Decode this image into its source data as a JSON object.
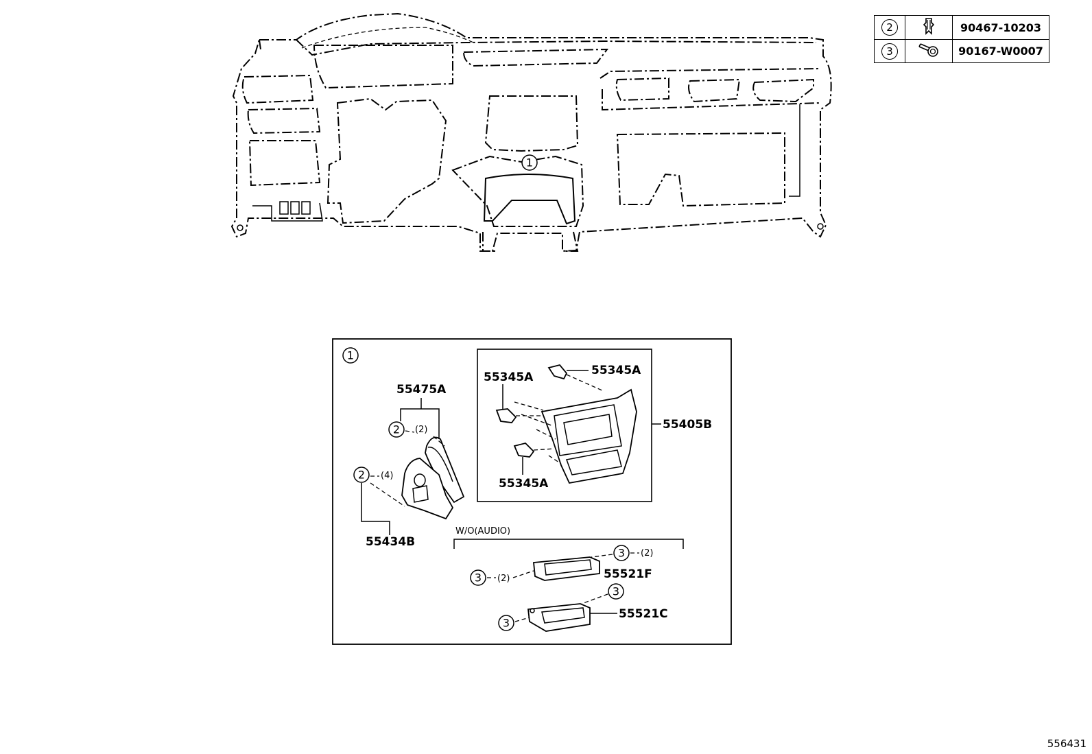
{
  "legend": [
    {
      "ref": "2",
      "icon": "clip-icon",
      "part_no": "90467-10203"
    },
    {
      "ref": "3",
      "icon": "bolt-icon",
      "part_no": "90167-W0007"
    }
  ],
  "dashboard": {
    "callout_ref": "1"
  },
  "detail_box": {
    "ref": "1",
    "parts": {
      "p55475A": "55475A",
      "p55434B": "55434B",
      "p55345A_1": "55345A",
      "p55345A_2": "55345A",
      "p55345A_3": "55345A",
      "p55405B": "55405B",
      "p55521F": "55521F",
      "p55521C": "55521C"
    },
    "variant_label": "W/O(AUDIO)",
    "fasteners": [
      {
        "ref": "2",
        "qty": "(2)"
      },
      {
        "ref": "2",
        "qty": "(4)"
      },
      {
        "ref": "3",
        "qty": "(2)"
      },
      {
        "ref": "3",
        "qty": "(2)"
      },
      {
        "ref": "3",
        "qty": ""
      },
      {
        "ref": "3",
        "qty": ""
      }
    ]
  },
  "diagram_id": "556431"
}
